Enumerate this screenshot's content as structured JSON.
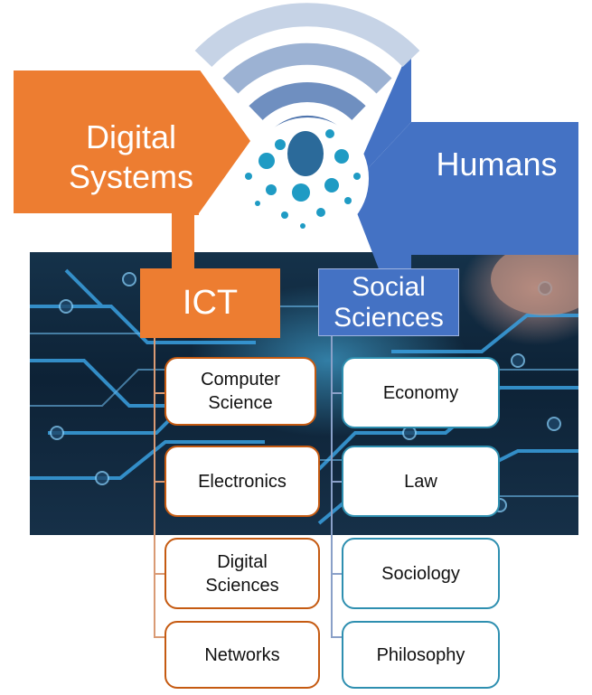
{
  "left_arrow": {
    "line1": "Digital",
    "line2": "Systems",
    "color": "#ed7d31"
  },
  "right_arrow": {
    "label": "Humans",
    "color": "#4472c4"
  },
  "logo": {
    "icon": "wifi-dots-icon"
  },
  "ict": {
    "title": "ICT",
    "items": [
      {
        "line1": "Computer",
        "line2": "Science"
      },
      {
        "line1": "Electronics",
        "line2": ""
      },
      {
        "line1": "Digital",
        "line2": "Sciences"
      },
      {
        "line1": "Networks",
        "line2": ""
      }
    ]
  },
  "social": {
    "title_line1": "Social",
    "title_line2": "Sciences",
    "items": [
      "Economy",
      "Law",
      "Sociology",
      "Philosophy"
    ]
  }
}
